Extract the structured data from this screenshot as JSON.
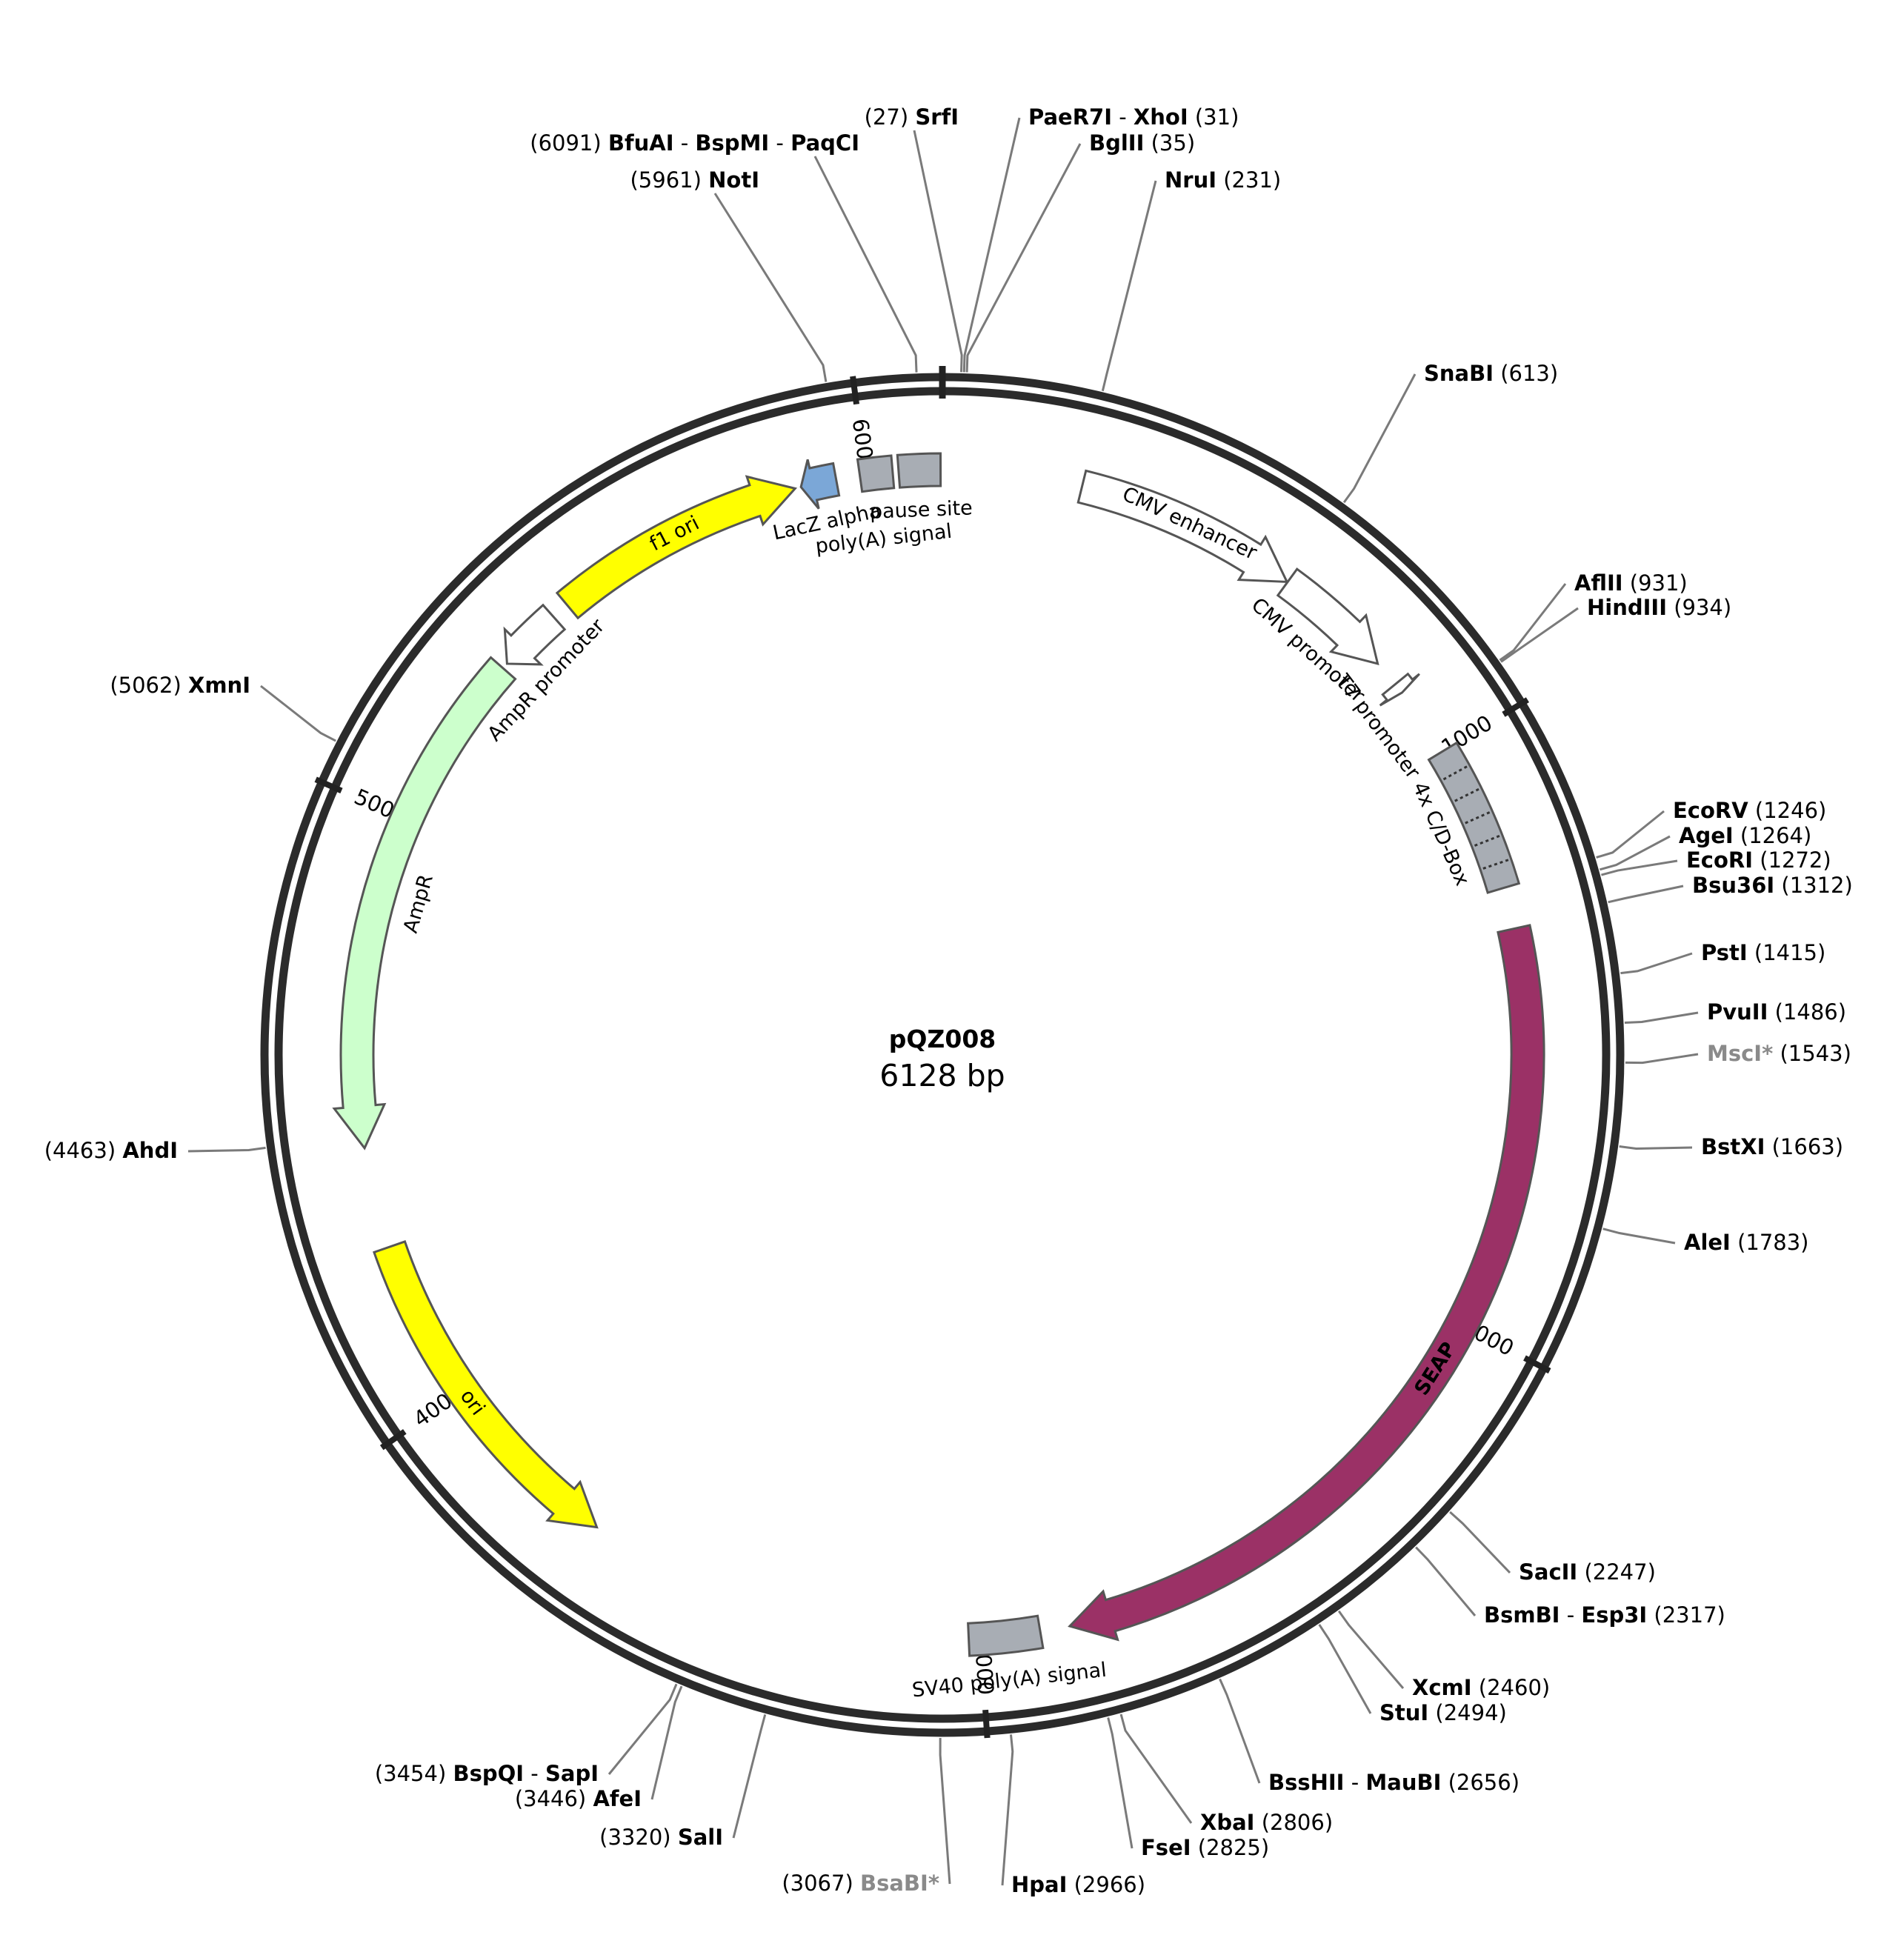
{
  "plasmid": {
    "name": "pQZ008",
    "size_label": "6128 bp",
    "length": 6128
  },
  "ticks": [
    {
      "pos": 1000,
      "label": "1000"
    },
    {
      "pos": 2000,
      "label": "2000"
    },
    {
      "pos": 3000,
      "label": "3000"
    },
    {
      "pos": 4000,
      "label": "4000"
    },
    {
      "pos": 5000,
      "label": "5000"
    },
    {
      "pos": 6000,
      "label": "6000"
    }
  ],
  "features": [
    {
      "name": "CMV enhancer",
      "start": 235,
      "end": 614,
      "dir": "cw",
      "fill": "#ffffff",
      "type": "arrow"
    },
    {
      "name": "CMV promoter",
      "start": 615,
      "end": 818,
      "dir": "cw",
      "fill": "#ffffff",
      "type": "arrow"
    },
    {
      "name": "T7 promoter",
      "start": 863,
      "end": 881,
      "dir": "cw",
      "fill": "#ffffff",
      "type": "arrow"
    },
    {
      "name": "4x C/D-Box",
      "start": 1000,
      "end": 1250,
      "dir": "none",
      "fill": "#a8adb4",
      "type": "box"
    },
    {
      "name": "SEAP",
      "start": 1320,
      "end": 2850,
      "dir": "cw",
      "fill": "#9b3166",
      "type": "arrow"
    },
    {
      "name": "SV40 poly(A) signal",
      "start": 2900,
      "end": 3020,
      "dir": "none",
      "fill": "#a8adb4",
      "type": "box"
    },
    {
      "name": "ori",
      "start": 3680,
      "end": 4270,
      "dir": "ccw",
      "fill": "#ffff00",
      "type": "arrow"
    },
    {
      "name": "AmpR",
      "start": 4440,
      "end": 5300,
      "dir": "ccw",
      "fill": "#ccffcc",
      "type": "arrow"
    },
    {
      "name": "AmpR promoter",
      "start": 5310,
      "end": 5420,
      "dir": "ccw",
      "fill": "#ffffff",
      "type": "arrow"
    },
    {
      "name": "f1 ori",
      "start": 5450,
      "end": 5880,
      "dir": "cw",
      "fill": "#ffff00",
      "type": "arrow"
    },
    {
      "name": "LacZ alpha",
      "start": 5890,
      "end": 5950,
      "dir": "ccw",
      "fill": "#7ba7d7",
      "type": "arrow"
    },
    {
      "name": "poly(A) signal",
      "start": 5990,
      "end": 6045,
      "dir": "none",
      "fill": "#a8adb4",
      "type": "box"
    },
    {
      "name": "pause site",
      "start": 6055,
      "end": 6125,
      "dir": "none",
      "fill": "#a8adb4",
      "type": "box"
    }
  ],
  "sites": [
    {
      "parts": [
        "BfuAI",
        "BspMI",
        "PaqCI"
      ],
      "pos": 6091,
      "pos_label": "(6091)",
      "dim": false
    },
    {
      "parts": [
        "NotI"
      ],
      "pos": 5961,
      "pos_label": "(5961)",
      "dim": false
    },
    {
      "parts": [
        "SrfI"
      ],
      "pos": 27,
      "pos_label": "(27)",
      "dim": false
    },
    {
      "parts": [
        "PaeR7I",
        "XhoI"
      ],
      "pos": 31,
      "pos_label": "(31)",
      "dim": false
    },
    {
      "parts": [
        "BglII"
      ],
      "pos": 35,
      "pos_label": "(35)",
      "dim": false
    },
    {
      "parts": [
        "NruI"
      ],
      "pos": 231,
      "pos_label": "(231)",
      "dim": false
    },
    {
      "parts": [
        "SnaBI"
      ],
      "pos": 613,
      "pos_label": "(613)",
      "dim": false
    },
    {
      "parts": [
        "AflII"
      ],
      "pos": 931,
      "pos_label": "(931)",
      "dim": false
    },
    {
      "parts": [
        "HindIII"
      ],
      "pos": 934,
      "pos_label": "(934)",
      "dim": false
    },
    {
      "parts": [
        "EcoRV"
      ],
      "pos": 1246,
      "pos_label": "(1246)",
      "dim": false
    },
    {
      "parts": [
        "AgeI"
      ],
      "pos": 1264,
      "pos_label": "(1264)",
      "dim": false
    },
    {
      "parts": [
        "EcoRI"
      ],
      "pos": 1272,
      "pos_label": "(1272)",
      "dim": false
    },
    {
      "parts": [
        "Bsu36I"
      ],
      "pos": 1312,
      "pos_label": "(1312)",
      "dim": false
    },
    {
      "parts": [
        "PstI"
      ],
      "pos": 1415,
      "pos_label": "(1415)",
      "dim": false
    },
    {
      "parts": [
        "PvuII"
      ],
      "pos": 1486,
      "pos_label": "(1486)",
      "dim": false
    },
    {
      "parts": [
        "MscI*"
      ],
      "pos": 1543,
      "pos_label": "(1543)",
      "dim": true
    },
    {
      "parts": [
        "BstXI"
      ],
      "pos": 1663,
      "pos_label": "(1663)",
      "dim": false
    },
    {
      "parts": [
        "AleI"
      ],
      "pos": 1783,
      "pos_label": "(1783)",
      "dim": false
    },
    {
      "parts": [
        "SacII"
      ],
      "pos": 2247,
      "pos_label": "(2247)",
      "dim": false
    },
    {
      "parts": [
        "BsmBI",
        "Esp3I"
      ],
      "pos": 2317,
      "pos_label": "(2317)",
      "dim": false
    },
    {
      "parts": [
        "XcmI"
      ],
      "pos": 2460,
      "pos_label": "(2460)",
      "dim": false
    },
    {
      "parts": [
        "StuI"
      ],
      "pos": 2494,
      "pos_label": "(2494)",
      "dim": false
    },
    {
      "parts": [
        "BssHII",
        "MauBI"
      ],
      "pos": 2656,
      "pos_label": "(2656)",
      "dim": false
    },
    {
      "parts": [
        "XbaI"
      ],
      "pos": 2806,
      "pos_label": "(2806)",
      "dim": false
    },
    {
      "parts": [
        "FseI"
      ],
      "pos": 2825,
      "pos_label": "(2825)",
      "dim": false
    },
    {
      "parts": [
        "HpaI"
      ],
      "pos": 2966,
      "pos_label": "(2966)",
      "dim": false
    },
    {
      "parts": [
        "BsaBI*"
      ],
      "pos": 3067,
      "pos_label": "(3067)",
      "dim": true
    },
    {
      "parts": [
        "SalI"
      ],
      "pos": 3320,
      "pos_label": "(3320)",
      "dim": false
    },
    {
      "parts": [
        "AfeI"
      ],
      "pos": 3446,
      "pos_label": "(3446)",
      "dim": false
    },
    {
      "parts": [
        "BspQI",
        "SapI"
      ],
      "pos": 3454,
      "pos_label": "(3454)",
      "dim": false
    },
    {
      "parts": [
        "XmnI"
      ],
      "pos": 5062,
      "pos_label": "(5062)",
      "dim": false
    },
    {
      "parts": [
        "AhdI"
      ],
      "pos": 4463,
      "pos_label": "(4463)",
      "dim": false
    }
  ]
}
